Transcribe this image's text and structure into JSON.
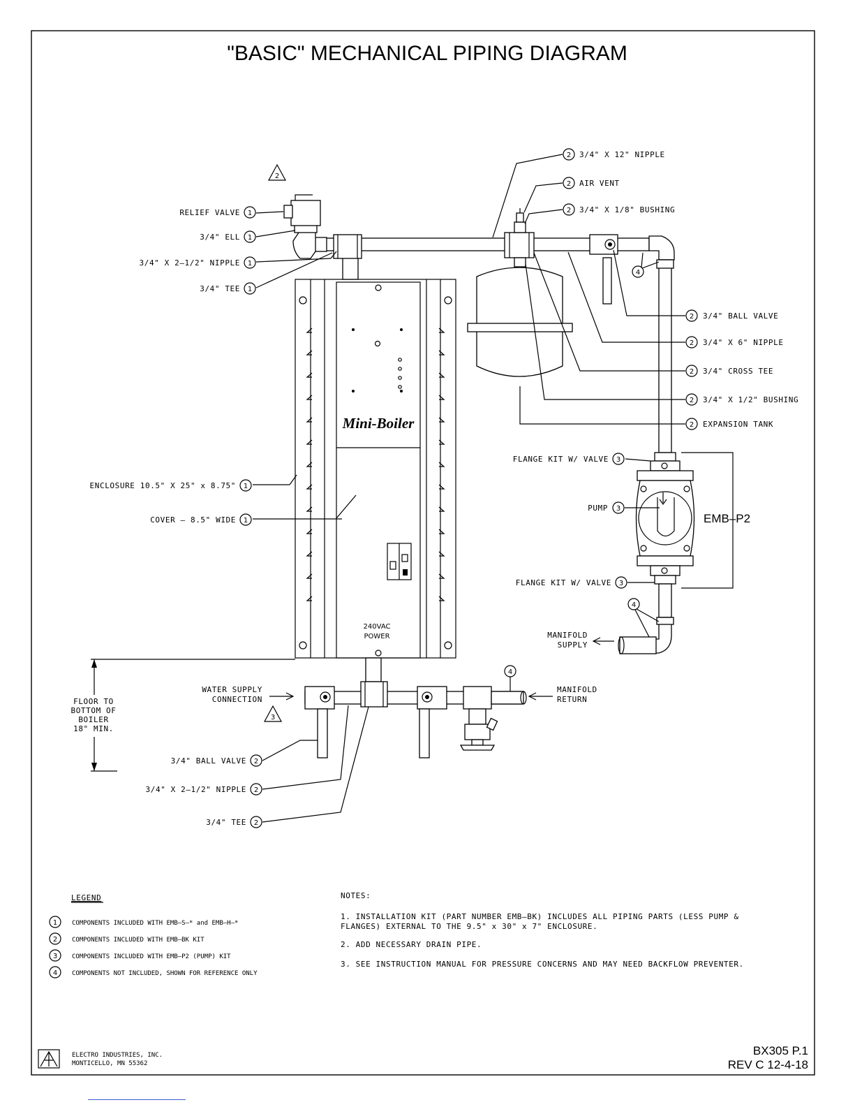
{
  "title": "\"BASIC\" MECHANICAL PIPING DIAGRAM",
  "product_label": "Mini-Boiler",
  "power_label": [
    "240VAC",
    "POWER"
  ],
  "pump_group_label": "EMB–P2",
  "warning_markers": [
    "2",
    "3"
  ],
  "callouts_left": [
    {
      "text": "RELIEF VALVE",
      "ref": "1"
    },
    {
      "text": "3/4\" ELL",
      "ref": "1"
    },
    {
      "text": "3/4\" X 2–1/2\" NIPPLE",
      "ref": "1"
    },
    {
      "text": "3/4\" TEE",
      "ref": "1"
    },
    {
      "text": "ENCLOSURE 10.5\" X 25\" x 8.75\"",
      "ref": "1"
    },
    {
      "text": "COVER – 8.5\" WIDE",
      "ref": "1"
    }
  ],
  "callouts_top": [
    {
      "text": "3/4\" X 12\" NIPPLE",
      "ref": "2"
    },
    {
      "text": "AIR VENT",
      "ref": "2"
    },
    {
      "text": "3/4\" X 1/8\" BUSHING",
      "ref": "2"
    }
  ],
  "callouts_right": [
    {
      "text": "3/4\" BALL VALVE",
      "ref": "2"
    },
    {
      "text": "3/4\" X 6\" NIPPLE",
      "ref": "2"
    },
    {
      "text": "3/4\" CROSS TEE",
      "ref": "2"
    },
    {
      "text": "3/4\" X 1/2\" BUSHING",
      "ref": "2"
    },
    {
      "text": "EXPANSION TANK",
      "ref": "2"
    }
  ],
  "callouts_pump": [
    {
      "text": "FLANGE KIT W/ VALVE",
      "ref": "3"
    },
    {
      "text": "PUMP",
      "ref": "3"
    },
    {
      "text": "FLANGE KIT W/ VALVE",
      "ref": "3"
    }
  ],
  "callouts_bottom": [
    {
      "text": "3/4\" BALL VALVE",
      "ref": "2"
    },
    {
      "text": "3/4\" X 2–1/2\" NIPPLE",
      "ref": "2"
    },
    {
      "text": "3/4\" TEE",
      "ref": "2"
    }
  ],
  "ref4_marker": "4",
  "flow_labels": {
    "water_supply": [
      "WATER SUPPLY",
      "CONNECTION"
    ],
    "manifold_return": [
      "MANIFOLD",
      "RETURN"
    ],
    "manifold_supply": [
      "MANIFOLD",
      "SUPPLY"
    ],
    "floor_note": [
      "FLOOR TO",
      "BOTTOM OF",
      "BOILER",
      "18\" MIN."
    ]
  },
  "legend": {
    "heading": "LEGEND",
    "items": [
      {
        "ref": "1",
        "text": "COMPONENTS INCLUDED WITH EMB–S–* and EMB–H–*"
      },
      {
        "ref": "2",
        "text": "COMPONENTS INCLUDED WITH EMB–BK KIT"
      },
      {
        "ref": "3",
        "text": "COMPONENTS INCLUDED WITH EMB–P2 (PUMP) KIT"
      },
      {
        "ref": "4",
        "text": "COMPONENTS NOT INCLUDED, SHOWN FOR REFERENCE ONLY"
      }
    ]
  },
  "notes": {
    "heading": "NOTES:",
    "items": [
      [
        "1. INSTALLATION KIT (PART NUMBER EMB–BK) INCLUDES ALL PIPING PARTS (LESS PUMP &",
        "FLANGES) EXTERNAL TO THE 9.5\" x 30\" x 7\" ENCLOSURE."
      ],
      [
        "2. ADD NECESSARY DRAIN PIPE."
      ],
      [
        "3. SEE INSTRUCTION MANUAL FOR PRESSURE CONCERNS AND MAY NEED BACKFLOW PREVENTER."
      ]
    ]
  },
  "company": [
    "ELECTRO INDUSTRIES, INC.",
    "MONTICELLO, MN 55362"
  ],
  "drawing_number": "BX305 P.1",
  "revision": "REV C 12-4-18"
}
